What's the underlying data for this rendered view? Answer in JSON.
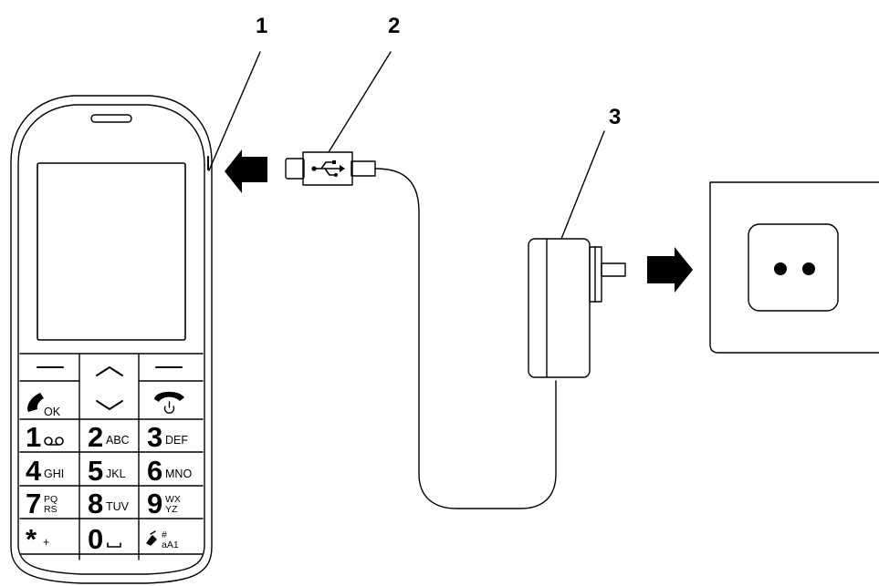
{
  "callouts": {
    "phone": "1",
    "cable": "2",
    "charger": "3"
  },
  "keypad": {
    "ok": "OK",
    "keys": [
      {
        "digit": "1",
        "sub": ""
      },
      {
        "digit": "2",
        "sub": "ABC"
      },
      {
        "digit": "3",
        "sub": "DEF"
      },
      {
        "digit": "4",
        "sub": "GHI"
      },
      {
        "digit": "5",
        "sub": "JKL"
      },
      {
        "digit": "6",
        "sub": "MNO"
      },
      {
        "digit": "7",
        "sub_top": "PQ",
        "sub_bottom": "RS"
      },
      {
        "digit": "8",
        "sub": "TUV"
      },
      {
        "digit": "9",
        "sub_top": "WX",
        "sub_bottom": "YZ"
      },
      {
        "digit": "*",
        "sub": "+"
      },
      {
        "digit": "0",
        "sub": ""
      },
      {
        "digit": "",
        "sub_top": "#",
        "sub_bottom": "aA1"
      }
    ]
  },
  "icons": {
    "insert_arrow": "arrow-left-icon",
    "plug_arrow": "arrow-right-icon",
    "usb": "usb-symbol-icon",
    "voicemail": "voicemail-icon",
    "call": "call-handset-icon",
    "end_call": "end-call-power-icon",
    "nav_up": "chevron-up-icon",
    "nav_down": "chevron-down-icon",
    "space": "space-icon",
    "ring_mode": "ring-mode-icon"
  },
  "colors": {
    "line": "#000000",
    "background": "#ffffff"
  }
}
